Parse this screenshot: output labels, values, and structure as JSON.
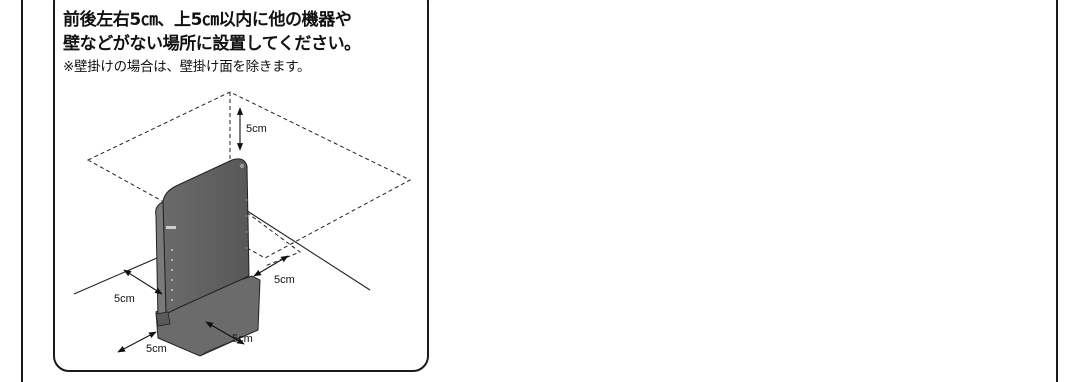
{
  "instruction": {
    "line1": "前後左右5㎝、上5㎝以内に他の機器や",
    "line2": "壁などがない場所に設置してください。",
    "note": "※壁掛けの場合は、壁掛け面を除きます。"
  },
  "illustration": {
    "label_top": "5cm",
    "label_right": "5cm",
    "label_left": "5cm",
    "label_bottom_left": "5cm",
    "label_bottom_right": "5cm"
  }
}
